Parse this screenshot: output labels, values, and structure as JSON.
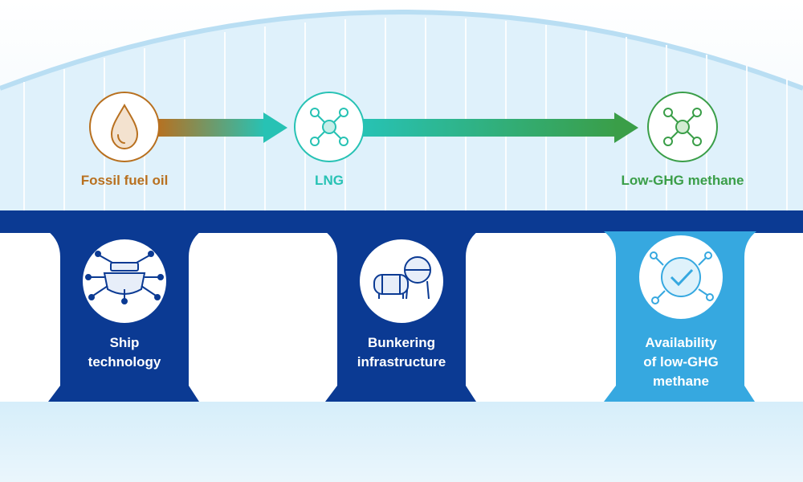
{
  "steps": [
    {
      "label": "Fossil fuel oil",
      "icon": "oil-drop-icon",
      "color": "#b8701f"
    },
    {
      "label": "LNG",
      "icon": "molecule-icon",
      "color": "#27c2b4"
    },
    {
      "label": "Low-GHG methane",
      "icon": "molecule-icon",
      "color": "#3a9e48"
    }
  ],
  "pillars": [
    {
      "label": "Ship\ntechnology",
      "icon": "ship-engine-icon",
      "color": "#0b3a93"
    },
    {
      "label": "Bunkering\ninfrastructure",
      "icon": "storage-tanks-icon",
      "color": "#0b3a93"
    },
    {
      "label": "Availability\nof low-GHG\nmethane",
      "icon": "check-network-icon",
      "color": "#36a8e0"
    }
  ],
  "colors": {
    "deck": "#0b3a93",
    "sky": "#dbeff9",
    "arch": "#c5e6f7"
  }
}
